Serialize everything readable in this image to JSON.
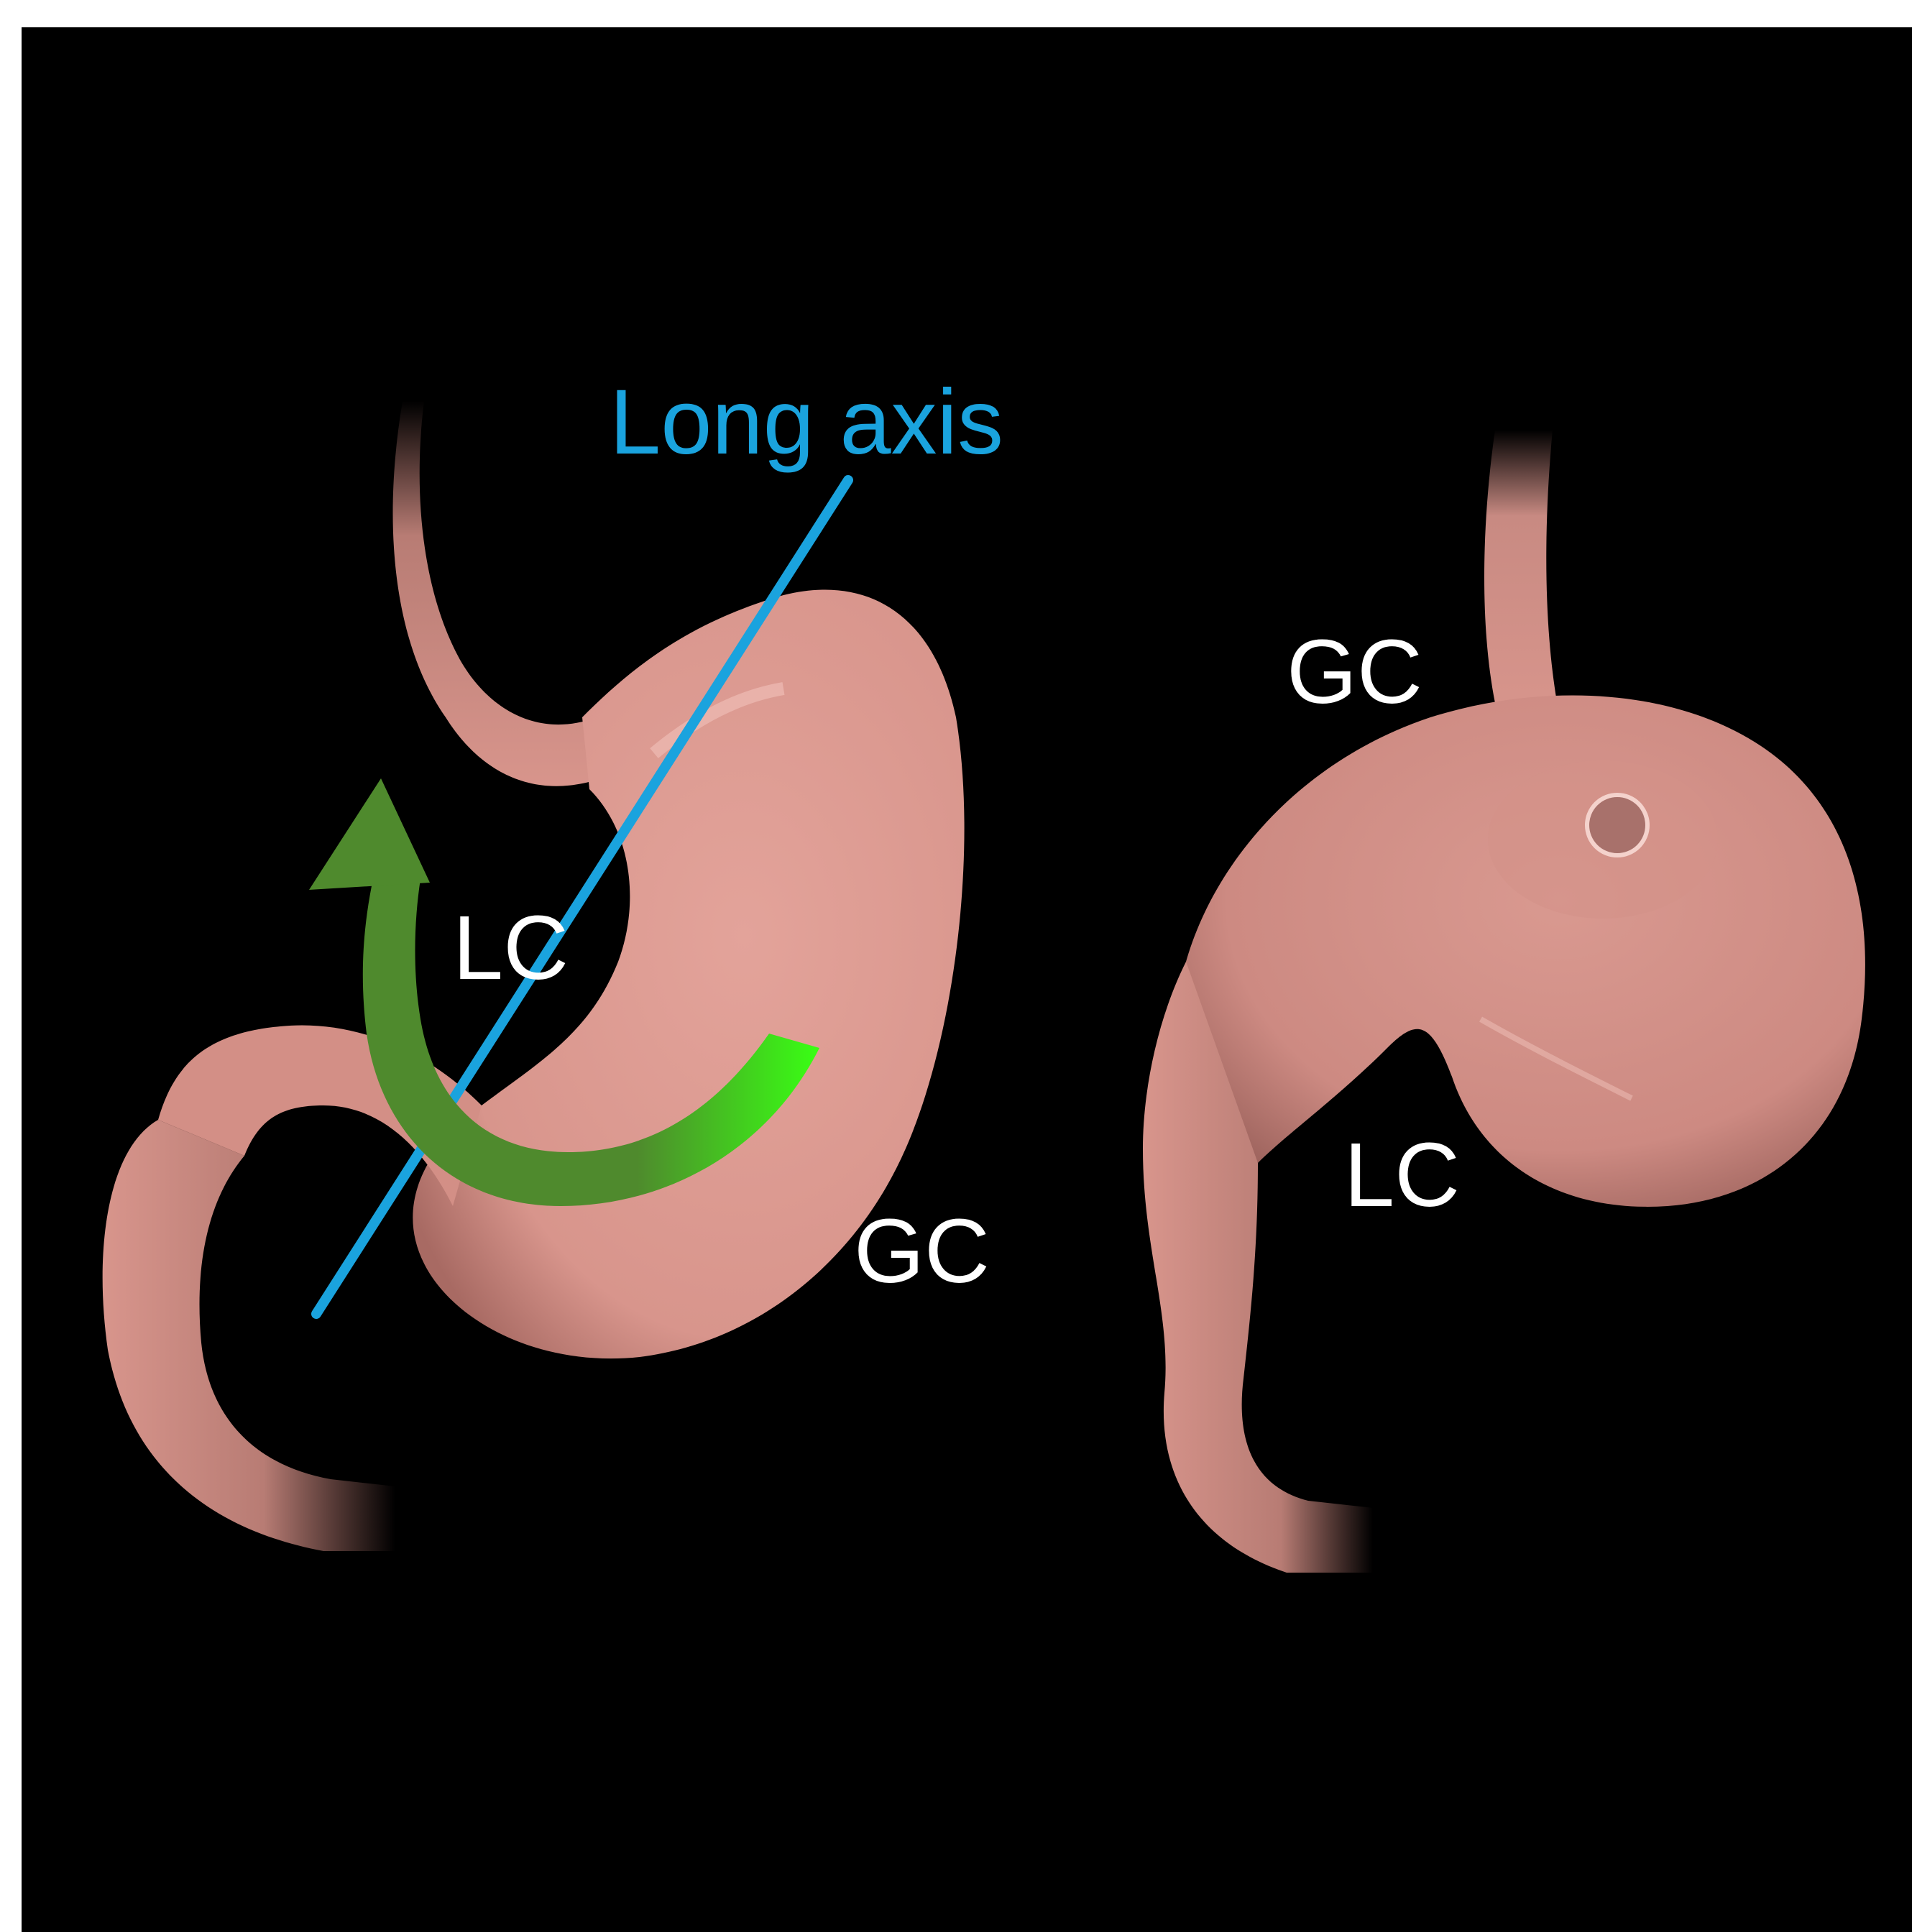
{
  "labels": {
    "long_axis": "Long axis",
    "left_lc": "LC",
    "left_gc": "GC",
    "right_gc": "GC",
    "right_lc": "LC"
  },
  "colors": {
    "background": "#000000",
    "stomach": "#d8958c",
    "axis_line": "#1aa3de",
    "arrow_dark": "#4f8a2d",
    "arrow_light": "#39ff14",
    "label_text": "#ffffff"
  }
}
